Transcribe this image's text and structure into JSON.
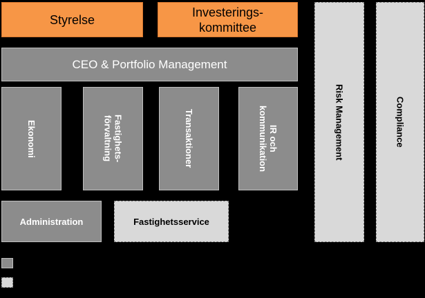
{
  "top": {
    "styrelse": "Styrelse",
    "investeringskommitte": "Investerings-\nkommittee"
  },
  "ceo": "CEO & Portfolio Management",
  "departments": {
    "ekonomi": "Ekonomi",
    "fastighetsforvaltning": "Fastighets-\nförvaltning",
    "transaktioner": "Transaktioner",
    "ir": "IR och\nkommunikation"
  },
  "side": {
    "risk": "Risk Management",
    "compliance": "Compliance"
  },
  "bottom": {
    "administration": "Administration",
    "fastighetsservice": "Fastighetsservice"
  },
  "colors": {
    "orange": "#f79646",
    "grey": "#8c8c8c",
    "light_grey": "#d9d9d9",
    "background": "#000000"
  }
}
